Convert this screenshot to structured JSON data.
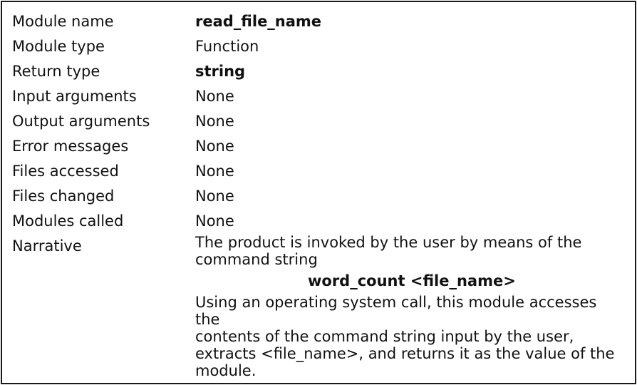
{
  "rows": [
    {
      "label": "Module name",
      "value": "read_file_name"
    },
    {
      "label": "Module type",
      "value": "Function"
    },
    {
      "label": "Return type",
      "value": "string"
    },
    {
      "label": "Input arguments",
      "value": "None"
    },
    {
      "label": "Output arguments",
      "value": "None"
    },
    {
      "label": "Error messages",
      "value": "None"
    },
    {
      "label": "Files accessed",
      "value": "None"
    },
    {
      "label": "Files changed",
      "value": "None"
    },
    {
      "label": "Modules called",
      "value": "None"
    }
  ],
  "narrative": {
    "label": "Narrative",
    "line1": "The product is invoked by the user by means of the",
    "line2": "command string",
    "command": "word_count <file_name>",
    "para2_line1": "Using an operating system call, this module accesses the",
    "para2_line2": "contents of the command string input by the user,",
    "para2_line3": "extracts <file_name>, and returns it as the value of the",
    "para2_line4": "module."
  }
}
